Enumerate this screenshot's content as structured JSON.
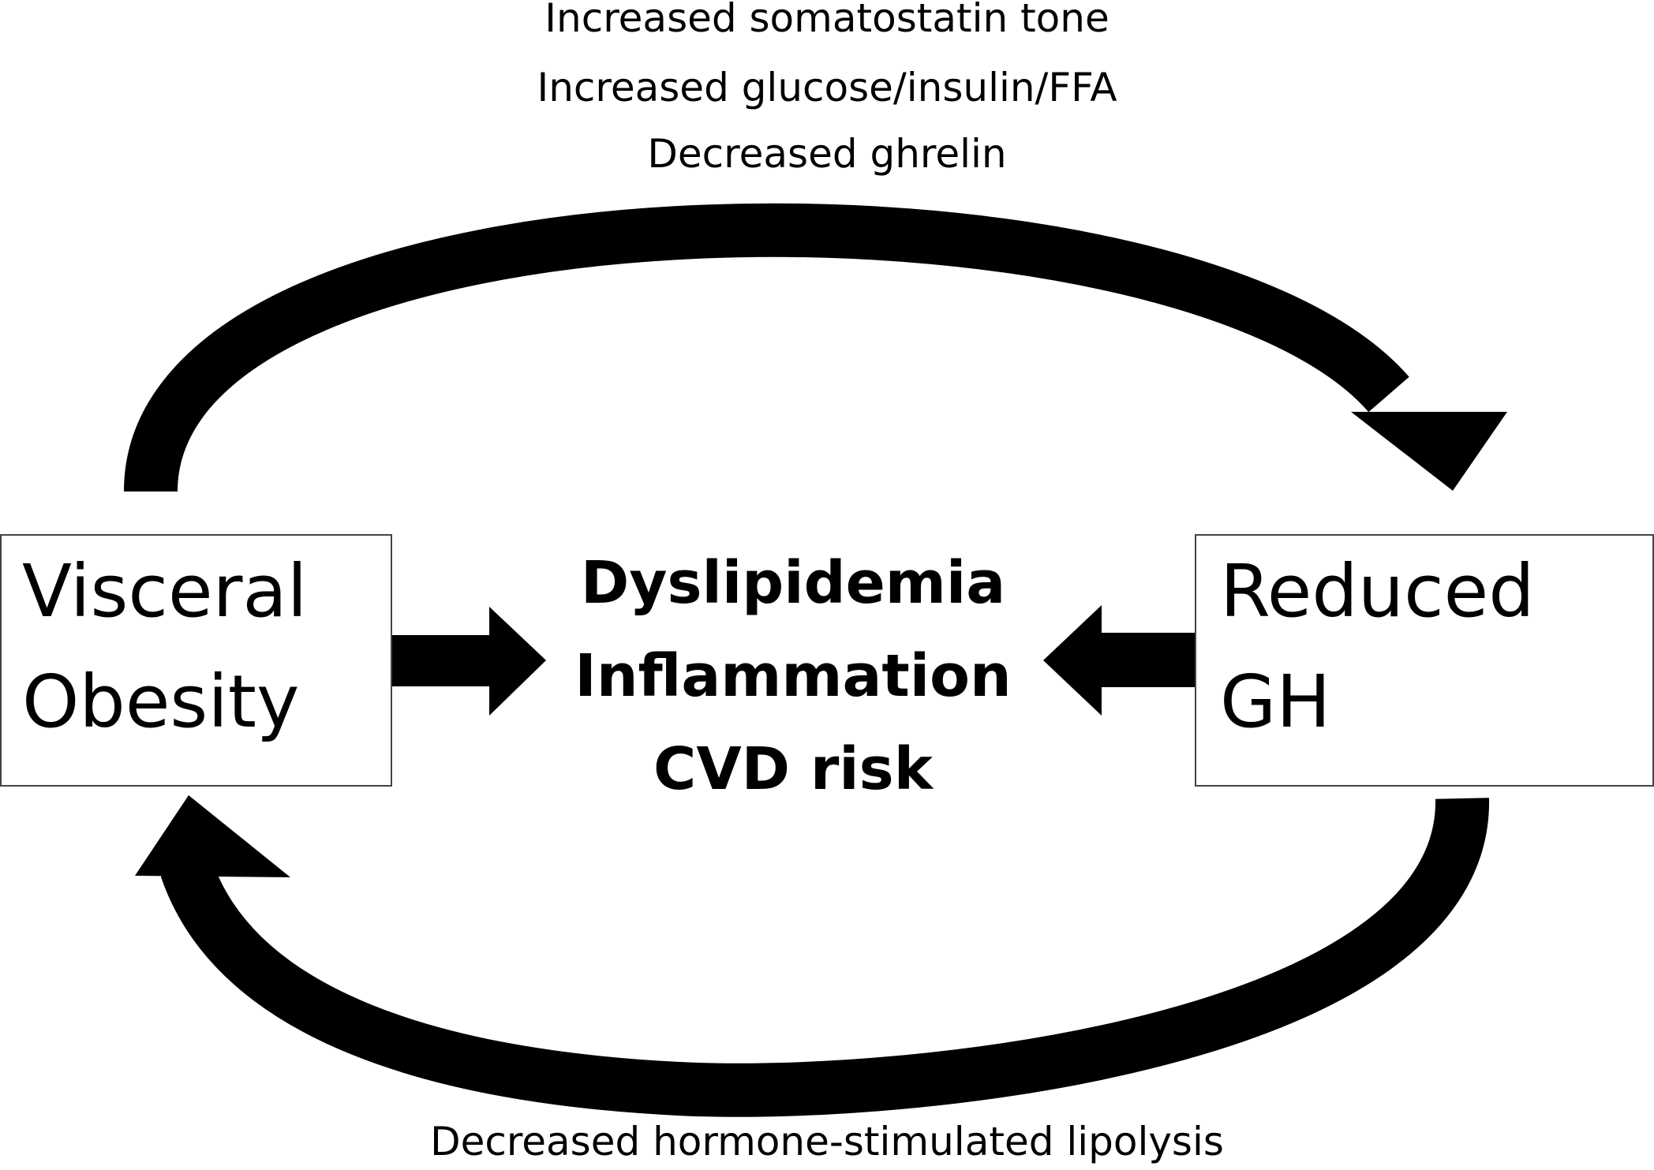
{
  "diagram": {
    "top_labels": [
      "Increased somatostatin tone",
      "Increased glucose/insulin/FFA",
      "Decreased ghrelin"
    ],
    "bottom_label": "Decreased hormone-stimulated lipolysis",
    "left_box": {
      "line1": "Visceral",
      "line2": "Obesity"
    },
    "right_box": {
      "line1": "Reduced",
      "line2": "GH"
    },
    "center": {
      "line1": "Dyslipidemia",
      "line2": "Inflammation",
      "line3": "CVD risk"
    }
  },
  "colors": {
    "arrow": "#000000",
    "box_border": "#444444",
    "text": "#000000",
    "background": "#ffffff"
  }
}
